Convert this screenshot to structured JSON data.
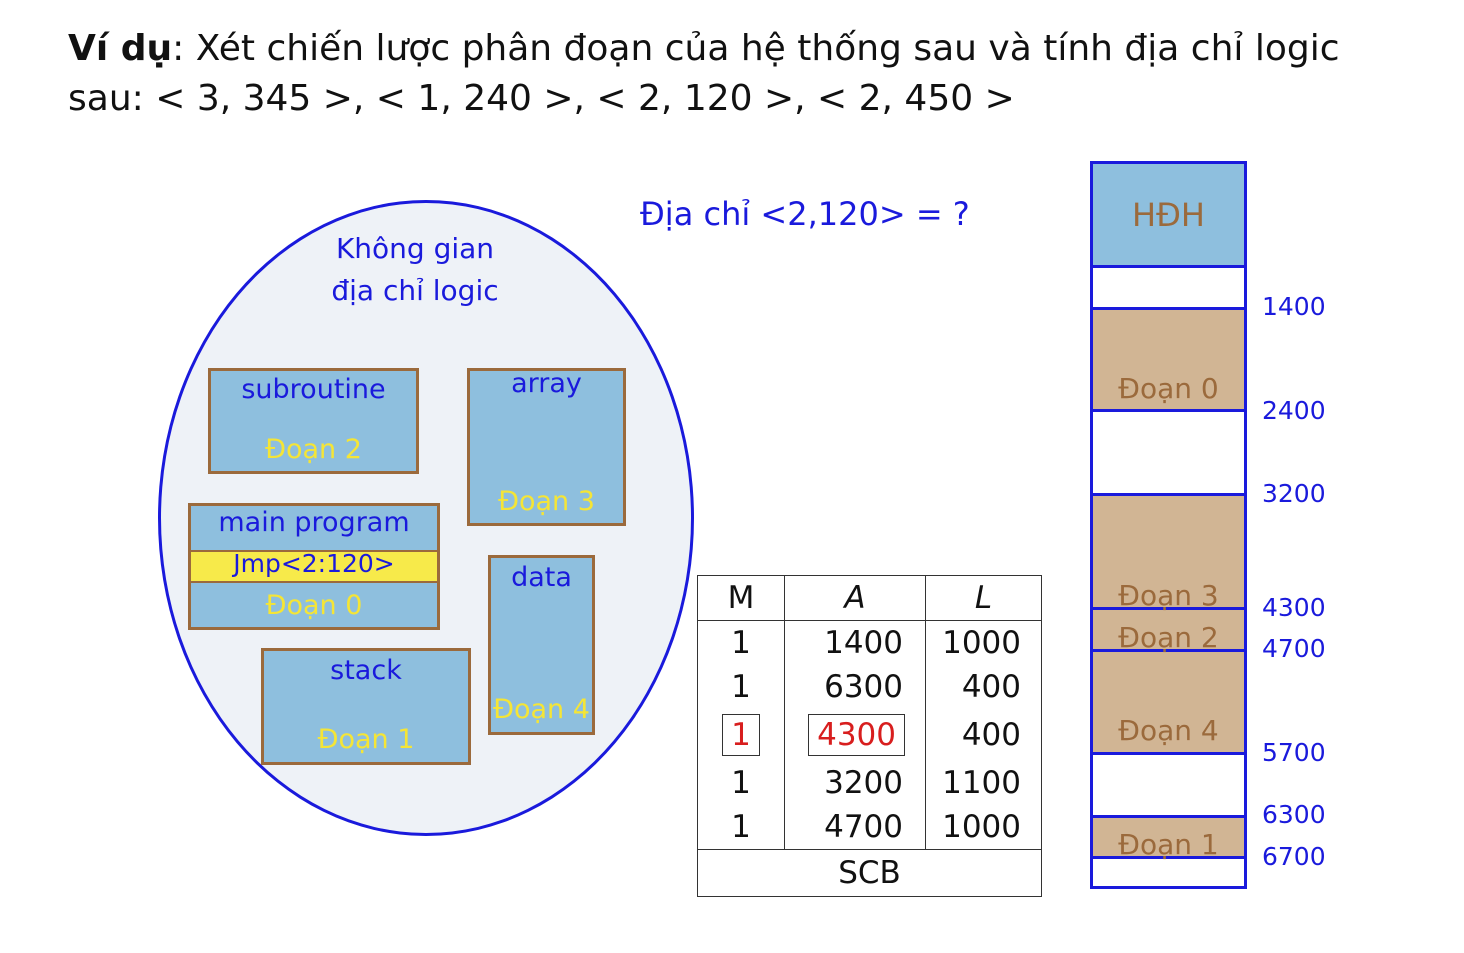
{
  "header": {
    "bold_lead": "Ví dụ",
    "text_line1": ": Xét chiến lược phân đoạn của hệ thống sau và tính địa chỉ logic",
    "text_line2": "sau: < 3, 345 >, < 1, 240 >, < 2, 120 >, < 2, 450 >"
  },
  "question": "Địa chỉ <2,120> = ?",
  "logical_space": {
    "title_line1": "Không gian",
    "title_line2": "địa chỉ logic",
    "segments": {
      "subroutine": {
        "name": "subroutine",
        "segment": "Đoạn 2"
      },
      "array": {
        "name": "array",
        "segment": "Đoạn 3"
      },
      "main": {
        "name": "main program",
        "jmp": "Jmp<2:120>",
        "segment": "Đoạn 0"
      },
      "data": {
        "name": "data",
        "segment": "Đoạn 4"
      },
      "stack": {
        "name": "stack",
        "segment": "Đoạn 1"
      }
    }
  },
  "scb": {
    "headers": {
      "m": "M",
      "a": "A",
      "l": "L"
    },
    "rows": [
      {
        "m": "1",
        "a": "1400",
        "l": "1000"
      },
      {
        "m": "1",
        "a": "6300",
        "l": "400"
      },
      {
        "m": "1",
        "a": "4300",
        "l": "400"
      },
      {
        "m": "1",
        "a": "3200",
        "l": "1100"
      },
      {
        "m": "1",
        "a": "4700",
        "l": "1000"
      }
    ],
    "footer": "SCB",
    "highlight_color": "#d81e1e"
  },
  "memory": {
    "os_label": "HĐH",
    "seg0": "Đoạn 0",
    "seg3": "Đoạn 3",
    "seg2": "Đoạn 2",
    "seg4": "Đoạn 4",
    "seg1": "Đoạn 1",
    "addresses": [
      "1400",
      "2400",
      "3200",
      "4300",
      "4700",
      "5700",
      "6300",
      "6700"
    ]
  },
  "colors": {
    "blue": "#1a1adc",
    "segment_fill": "#8ebfde",
    "memory_fill": "#d1b594",
    "border_brown": "#9b6a3c",
    "jmp_yellow": "#f7ea4a"
  }
}
